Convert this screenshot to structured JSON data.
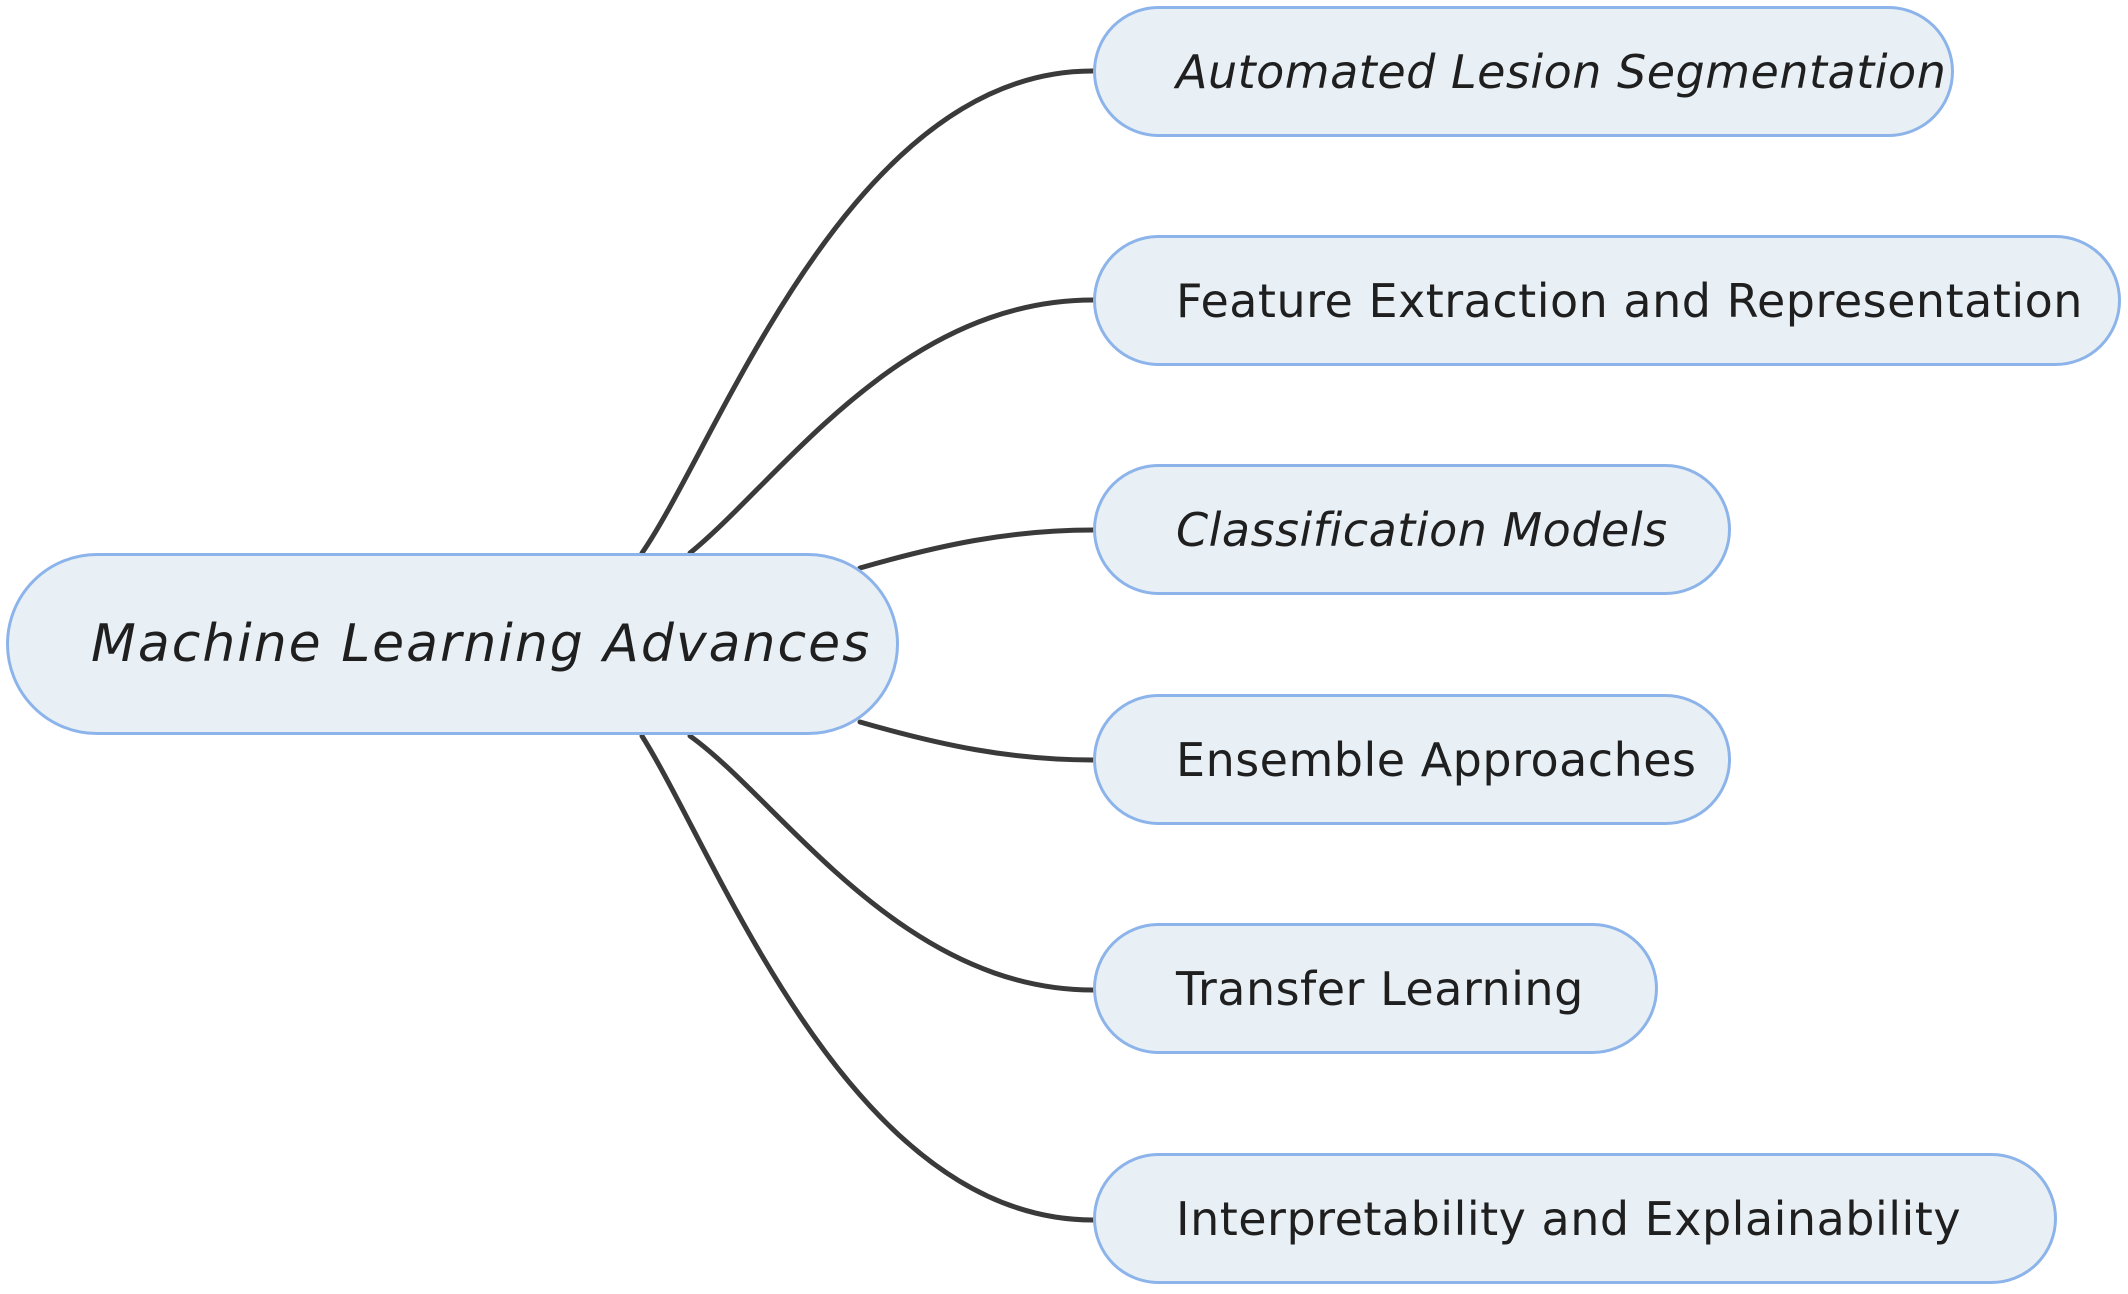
{
  "root": {
    "label": "Machine Learning Advances"
  },
  "children": [
    {
      "label": "Automated Lesion Segmentation"
    },
    {
      "label": "Feature Extraction and Representation"
    },
    {
      "label": "Classification Models"
    },
    {
      "label": "Ensemble Approaches"
    },
    {
      "label": "Transfer Learning"
    },
    {
      "label": "Interpretability and Explainability"
    }
  ],
  "colors": {
    "node_fill": "#e8f0f6",
    "node_border": "#8db4ea",
    "connector": "#3a3a3a",
    "text": "#1f1f1f"
  }
}
